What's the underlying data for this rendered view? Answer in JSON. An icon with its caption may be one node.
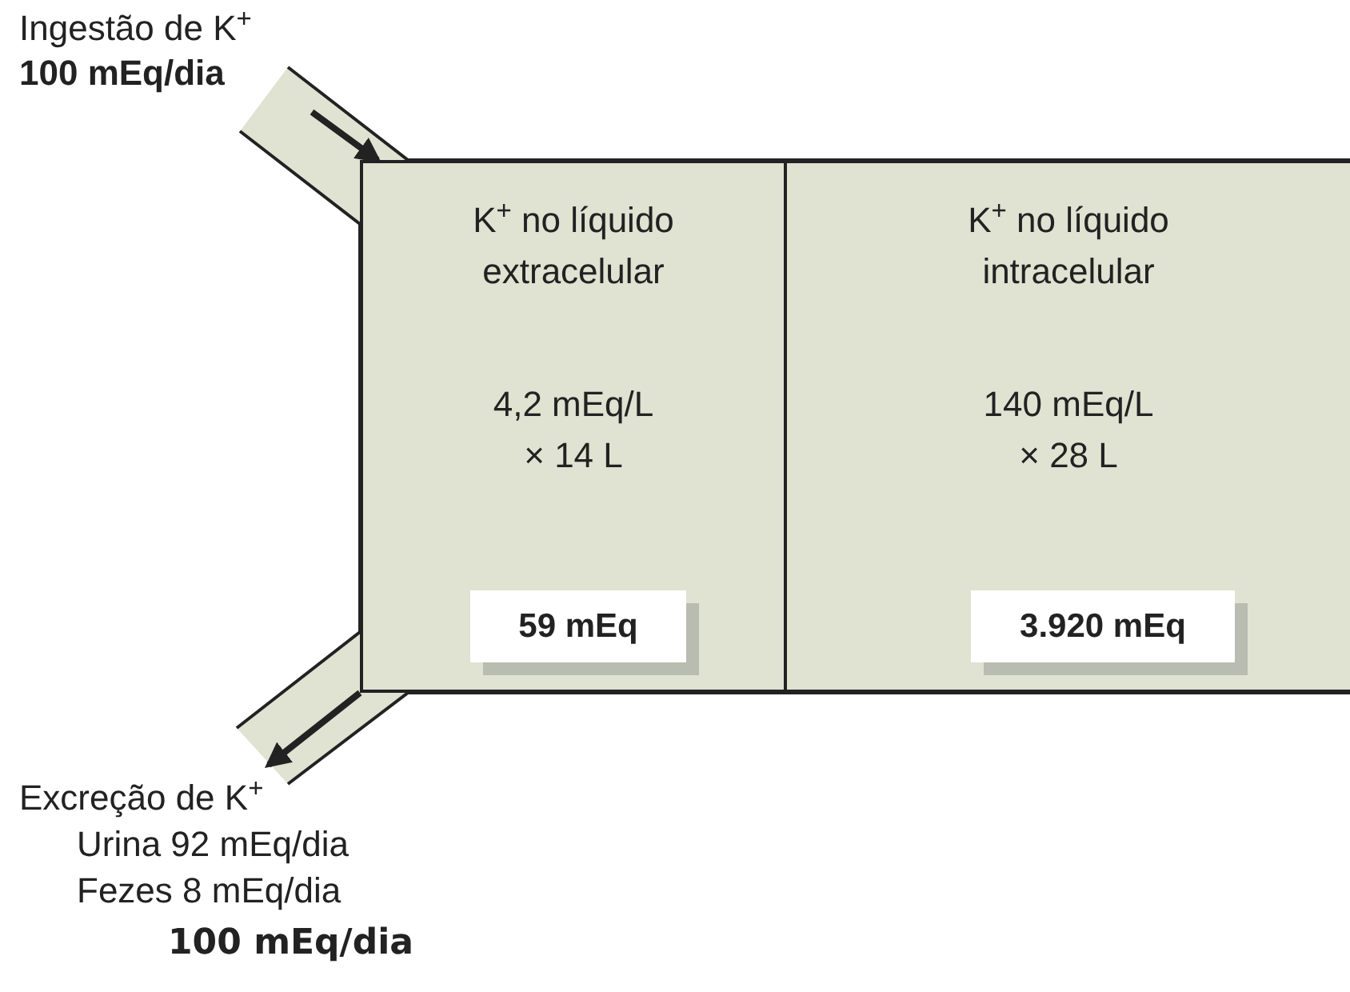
{
  "diagram": {
    "nodes": [
      {
        "text": [
          "Ingestão de K$^{+}$",
          "100 mEq/dia"
        ]
      },
      {
        "text": [
          "K$^{+}$ no líquido extracelular",
          "4,2 mEq/L × 14 L"
        ]
      },
      {
        "text": [
          "59 mEq"
        ],
        "in": 1
      },
      {
        "text": [
          "K$^{+}$ no líquido intracelular",
          "140 mEq/L × 28 L"
        ]
      },
      {
        "text": [
          "3.920 mEq"
        ],
        "in": 3
      },
      {
        "text": [
          "Excreção de K$^{+}$",
          "Urina 92 mEq/dia",
          "Fezes 8 mEq/dia",
          "100 mEq/dia"
        ]
      }
    ],
    "edges": [
      {
        "from": 0,
        "to": 1,
        "arrow": "to"
      },
      {
        "from": 1,
        "to": 5,
        "arrow": "to"
      }
    ]
  }
}
